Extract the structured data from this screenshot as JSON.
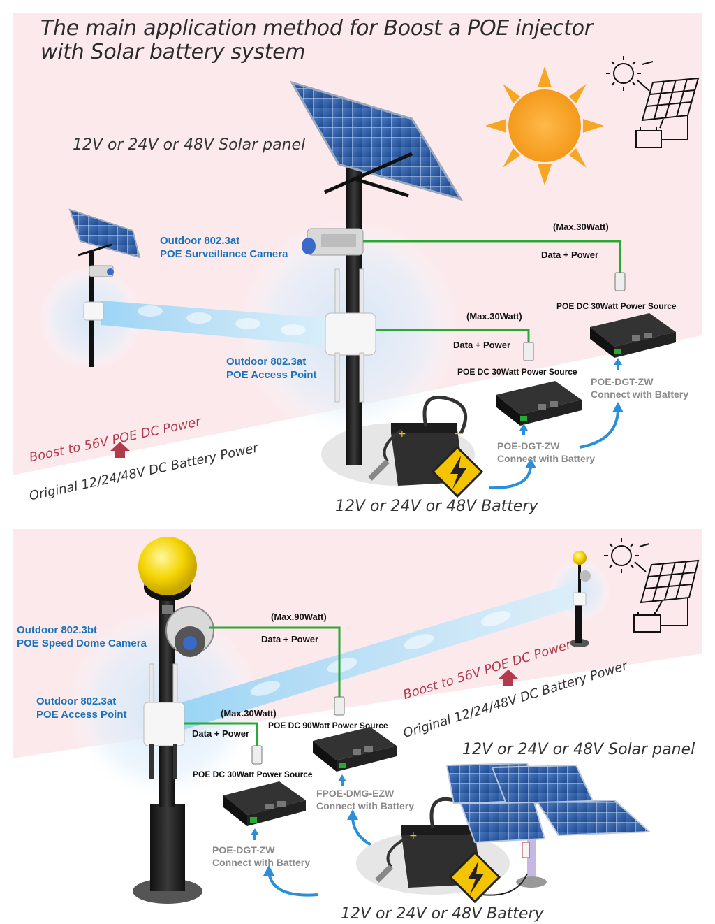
{
  "panel_top": {
    "title_line1": "The main application method for Boost a POE injector",
    "title_line2": "with Solar battery system",
    "solar_panel_label": "12V or 24V or 48V Solar panel",
    "camera_label_1": "Outdoor 802.3at",
    "camera_label_2": "POE Surveillance Camera",
    "ap_label_1": "Outdoor 802.3at",
    "ap_label_2": "POE Access Point",
    "link_camera_max": "(Max.30Watt)",
    "link_camera_dp": "Data + Power",
    "link_ap_max": "(Max.30Watt)",
    "link_ap_dp": "Data + Power",
    "source_right": "POE DC 30Watt Power Source",
    "source_mid": "POE DC 30Watt Power Source",
    "model_right_1": "POE-DGT-ZW",
    "model_right_2": "Connect with Battery",
    "model_mid_1": "POE-DGT-ZW",
    "model_mid_2": "Connect with Battery",
    "boost": "Boost to 56V POE DC Power",
    "original": "Original 12/24/48V DC Battery Power",
    "battery_label": "12V or 24V or 48V Battery"
  },
  "panel_bottom": {
    "dome_label_1": "Outdoor 802.3bt",
    "dome_label_2": "POE Speed Dome Camera",
    "ap_label_1": "Outdoor 802.3at",
    "ap_label_2": "POE Access Point",
    "link_dome_max": "(Max.90Watt)",
    "link_dome_dp": "Data + Power",
    "link_ap_max": "(Max.30Watt)",
    "link_ap_dp": "Data + Power",
    "source_90": "POE DC 90Watt Power Source",
    "source_30": "POE DC 30Watt Power Source",
    "model_90_1": "FPOE-DMG-EZW",
    "model_90_2": "Connect with Battery",
    "model_30_1": "POE-DGT-ZW",
    "model_30_2": "Connect with Battery",
    "boost": "Boost to 56V POE DC Power",
    "original": "Original 12/24/48V DC Battery Power",
    "solar_panel_label": "12V or 24V or 48V Solar panel",
    "battery_label": "12V or 24V or 48V Battery"
  },
  "colors": {
    "background_pink": "#fbe9ec",
    "link_green": "#2aa834",
    "label_blue": "#1b72b8",
    "boost_red": "#b13a4c",
    "sun_orange": "#f6a623",
    "arrow_blue": "#2a8fd8",
    "panel_blue": "#2f5ea8"
  },
  "icons": [
    "sun-icon",
    "solar-panel-icon",
    "battery-icon",
    "lightning-warning-icon",
    "ethernet-plug-icon",
    "arrow-up-icon"
  ]
}
